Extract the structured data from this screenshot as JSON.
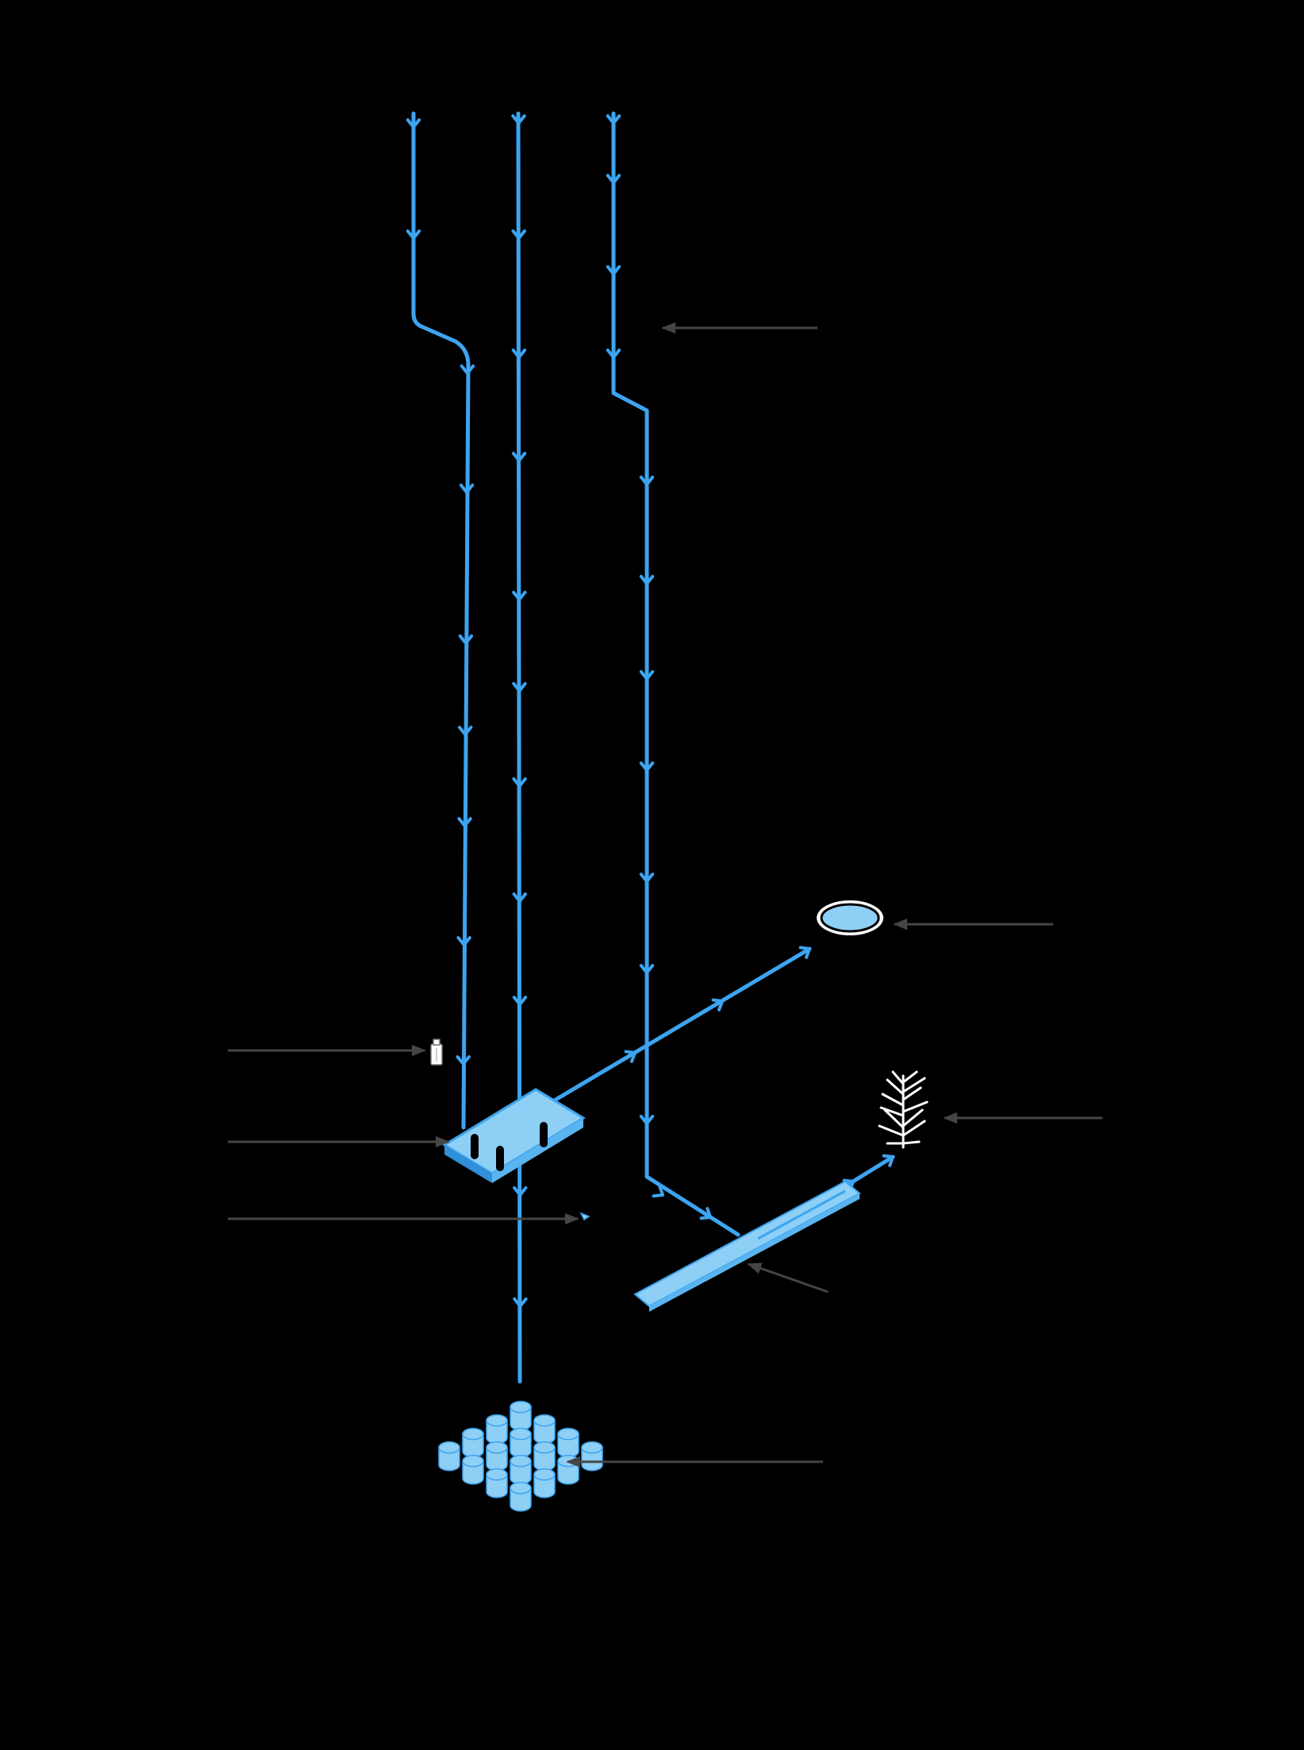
{
  "diagram": {
    "background": "#000000",
    "colors": {
      "water": "#3da4f0",
      "water_fill": "#8ecff5",
      "water_dark": "#2f8fd8",
      "leader": "#454545",
      "outline": "#ffffff",
      "dark": "#000000"
    },
    "elements": [
      "downpipe-left",
      "downpipe-center",
      "downpipe-right",
      "collection-tank",
      "storage-modules",
      "pond",
      "planter",
      "swale",
      "bottle",
      "small-fitting"
    ],
    "icons": [
      "flow-arrow-icon",
      "leader-arrow-icon",
      "plant-icon",
      "bottle-icon"
    ]
  }
}
